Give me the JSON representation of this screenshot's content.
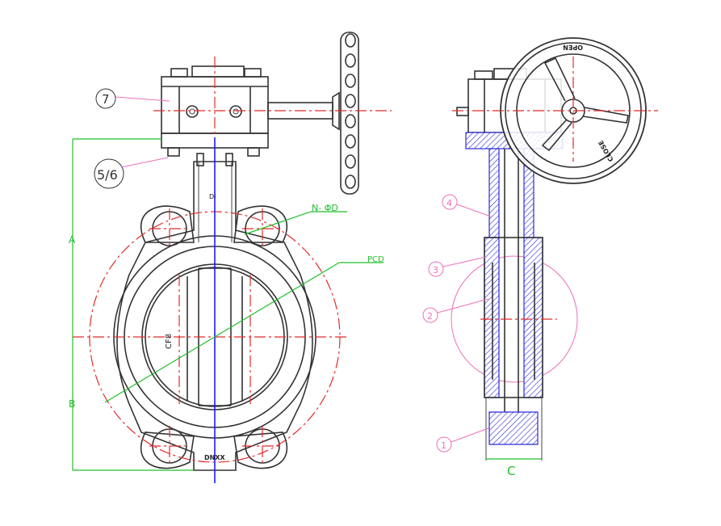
{
  "front_view": {
    "callouts": {
      "gearbox": "7",
      "bolts": "5/6"
    },
    "dimensions": {
      "upper": "A",
      "lower": "B"
    },
    "annotations": {
      "holes": "N- ΦD",
      "pitch_circle": "PCD",
      "neck_mark": "DI",
      "material": "CF8",
      "size_mark": "DNXX"
    }
  },
  "side_view": {
    "callouts": [
      "4",
      "3",
      "2",
      "1"
    ],
    "dimensions": {
      "width": "C"
    },
    "handwheel": {
      "open_label": "OPEN",
      "close_label": "CLOSE"
    }
  },
  "colors": {
    "outline": "#333333",
    "centerline": "#e32b2b",
    "dimension": "#1fbf2a",
    "axis": "#1a1aff",
    "callout": "#ef6fb8"
  }
}
